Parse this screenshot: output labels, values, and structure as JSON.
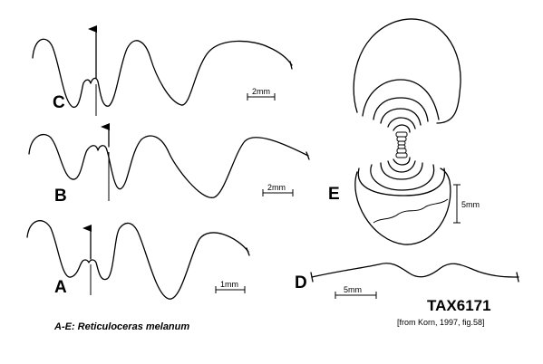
{
  "figure": {
    "labels": {
      "a": "A",
      "b": "B",
      "c": "C",
      "d": "D",
      "e": "E"
    },
    "scales": {
      "c": "2mm",
      "b": "2mm",
      "a": "1mm",
      "d": "5mm",
      "e": "5mm"
    },
    "catalog_id": "TAX6171",
    "source": "[from Korn, 1997, fig.58]",
    "caption": "A-E: Reticuloceras melanum"
  },
  "colors": {
    "ink": "#000000",
    "background": "#ffffff"
  }
}
